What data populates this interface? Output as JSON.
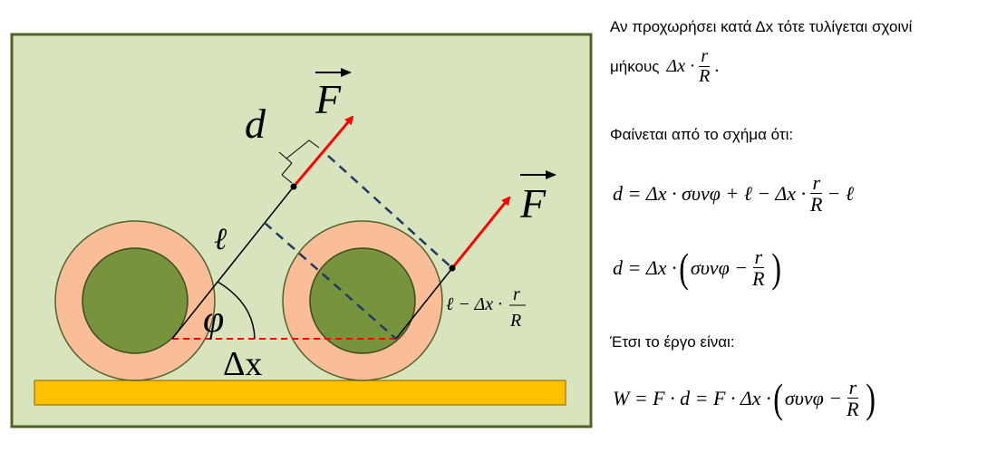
{
  "diagram": {
    "background_color": "#d7e4bd",
    "border_color": "#4f6228",
    "wheel_outer_color": "#f9be98",
    "wheel_inner_color": "#77933c",
    "ground_color": "#ffc000",
    "force_color": "#ff0000",
    "dash_color": "#1f3864",
    "labels": {
      "force_1": "F",
      "force_2": "F",
      "d": "d",
      "ell": "ℓ",
      "phi": "φ",
      "delta_x": "Δx",
      "rope_expr_lead": "ℓ − Δx ·",
      "rope_expr_num": "r",
      "rope_expr_den": "R"
    }
  },
  "text": {
    "line1": "Αν προχωρήσει κατά Δx τότε τυλίγεται σχοινί",
    "line2_prefix": "μήκους",
    "line3": "Φαίνεται από το σχήμα ότι:",
    "line4": "Έτσι το έργο είναι:"
  },
  "equations": {
    "length": {
      "lead": "Δx ·",
      "num": "r",
      "den": "R",
      "tail": "."
    },
    "eq1": {
      "lead": "d = Δx · συνφ + ℓ − Δx ·",
      "num": "r",
      "den": "R",
      "tail": "− ℓ"
    },
    "eq2": {
      "lead": "d = Δx ·",
      "inner": "συνφ −",
      "num": "r",
      "den": "R"
    },
    "eq3": {
      "lead": "W = F · d = F · Δx ·",
      "inner": "συνφ −",
      "num": "r",
      "den": "R"
    }
  }
}
